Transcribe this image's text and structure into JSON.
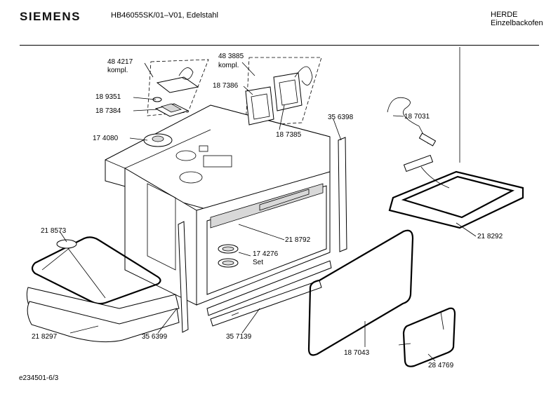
{
  "header": {
    "brand": "SIEMENS",
    "model": "HB46055SK/01–V01, Edelstahl",
    "category_line1": "HERDE",
    "category_line2": "Einzelbackofen"
  },
  "footer": {
    "code": "e234501-6/3"
  },
  "parts": {
    "p484217": {
      "number": "48 4217",
      "note": "kompl."
    },
    "p483885": {
      "number": "48 3885",
      "note": "kompl."
    },
    "p189351": {
      "number": "18 9351"
    },
    "p187384": {
      "number": "18 7384"
    },
    "p187386": {
      "number": "18 7386"
    },
    "p187385": {
      "number": "18 7385"
    },
    "p174080": {
      "number": "17 4080"
    },
    "p356398": {
      "number": "35 6398"
    },
    "p187031": {
      "number": "18 7031"
    },
    "p218573": {
      "number": "21 8573"
    },
    "p218792": {
      "number": "21 8792"
    },
    "p174276": {
      "number": "17 4276",
      "note": "Set"
    },
    "p218292": {
      "number": "21 8292"
    },
    "p218297": {
      "number": "21 8297"
    },
    "p356399": {
      "number": "35 6399"
    },
    "p357139": {
      "number": "35 7139"
    },
    "p187043": {
      "number": "18 7043"
    },
    "p284769": {
      "number": "28 4769"
    }
  }
}
